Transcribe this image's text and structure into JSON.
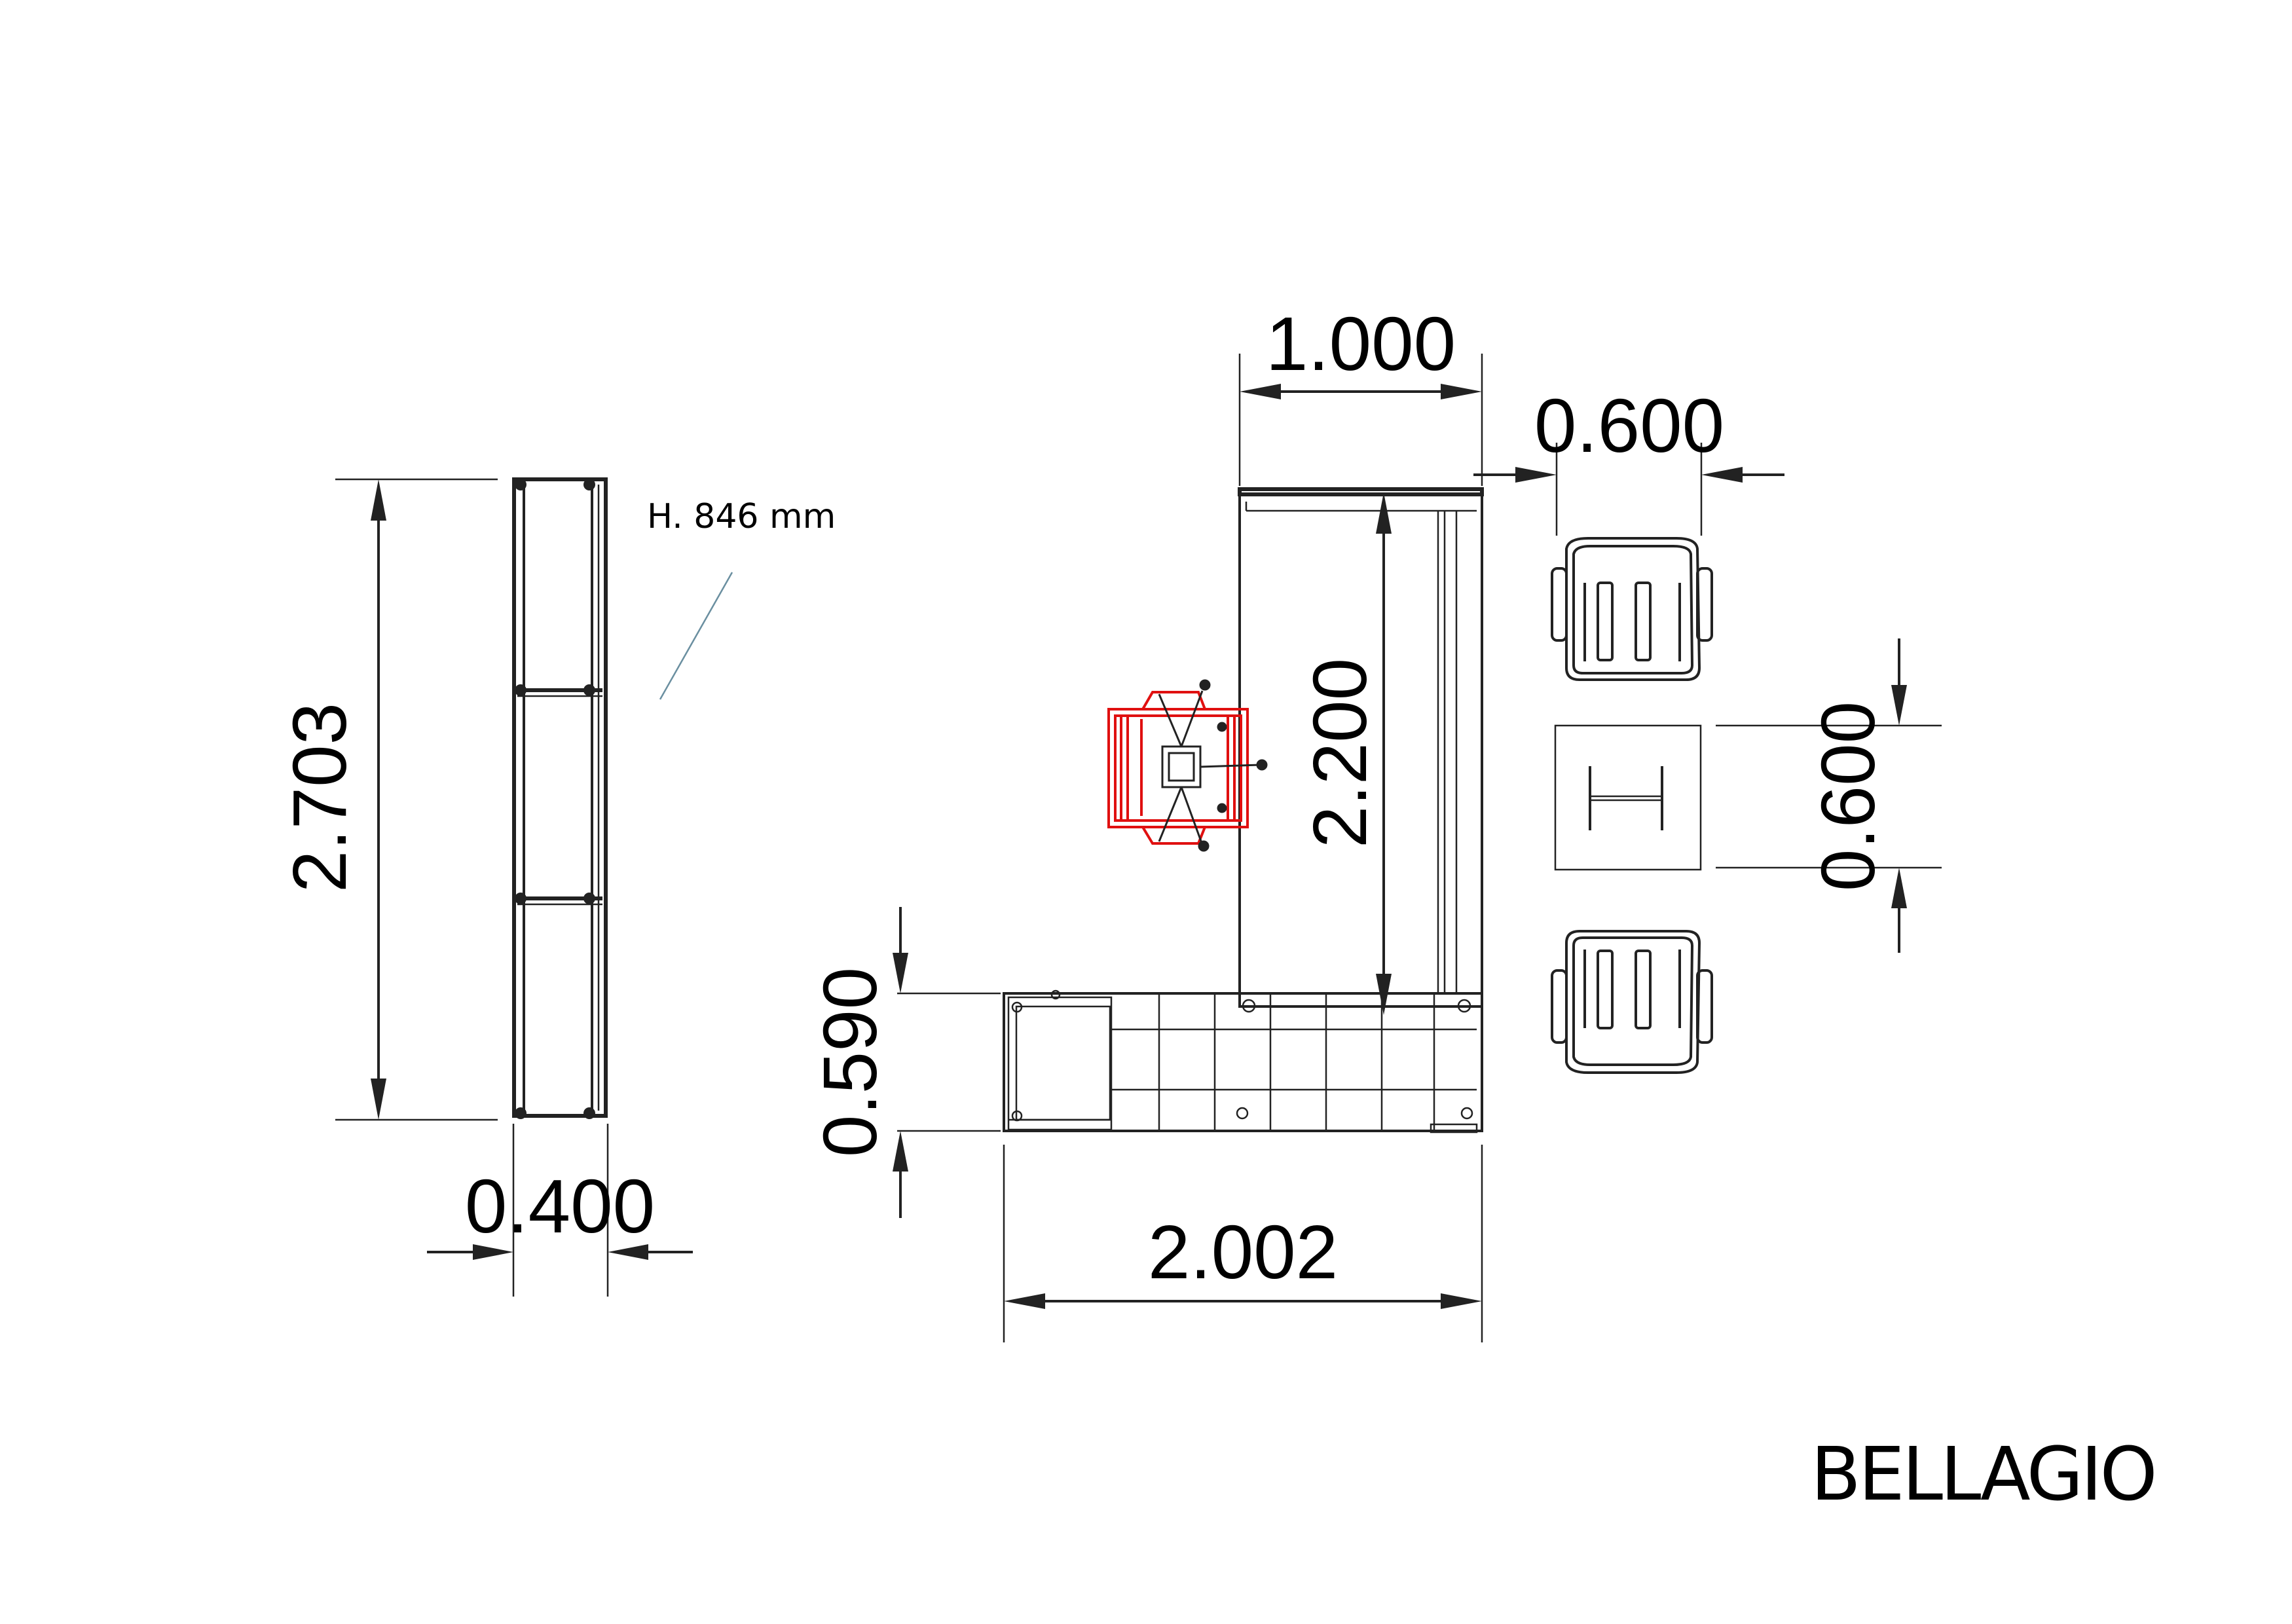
{
  "brand": "BELLAGIO",
  "note": "H. 846 mm",
  "dimensions": {
    "shelf_length": "2.703",
    "shelf_depth": "0.400",
    "desk_width": "1.000",
    "desk_length": "2.200",
    "return_depth": "0.590",
    "overall_length": "2.002",
    "chair_width": "0.600",
    "table_depth": "0.600"
  },
  "colors": {
    "lines": "#222222",
    "highlight_chair": "#e01010",
    "background": "#ffffff"
  }
}
